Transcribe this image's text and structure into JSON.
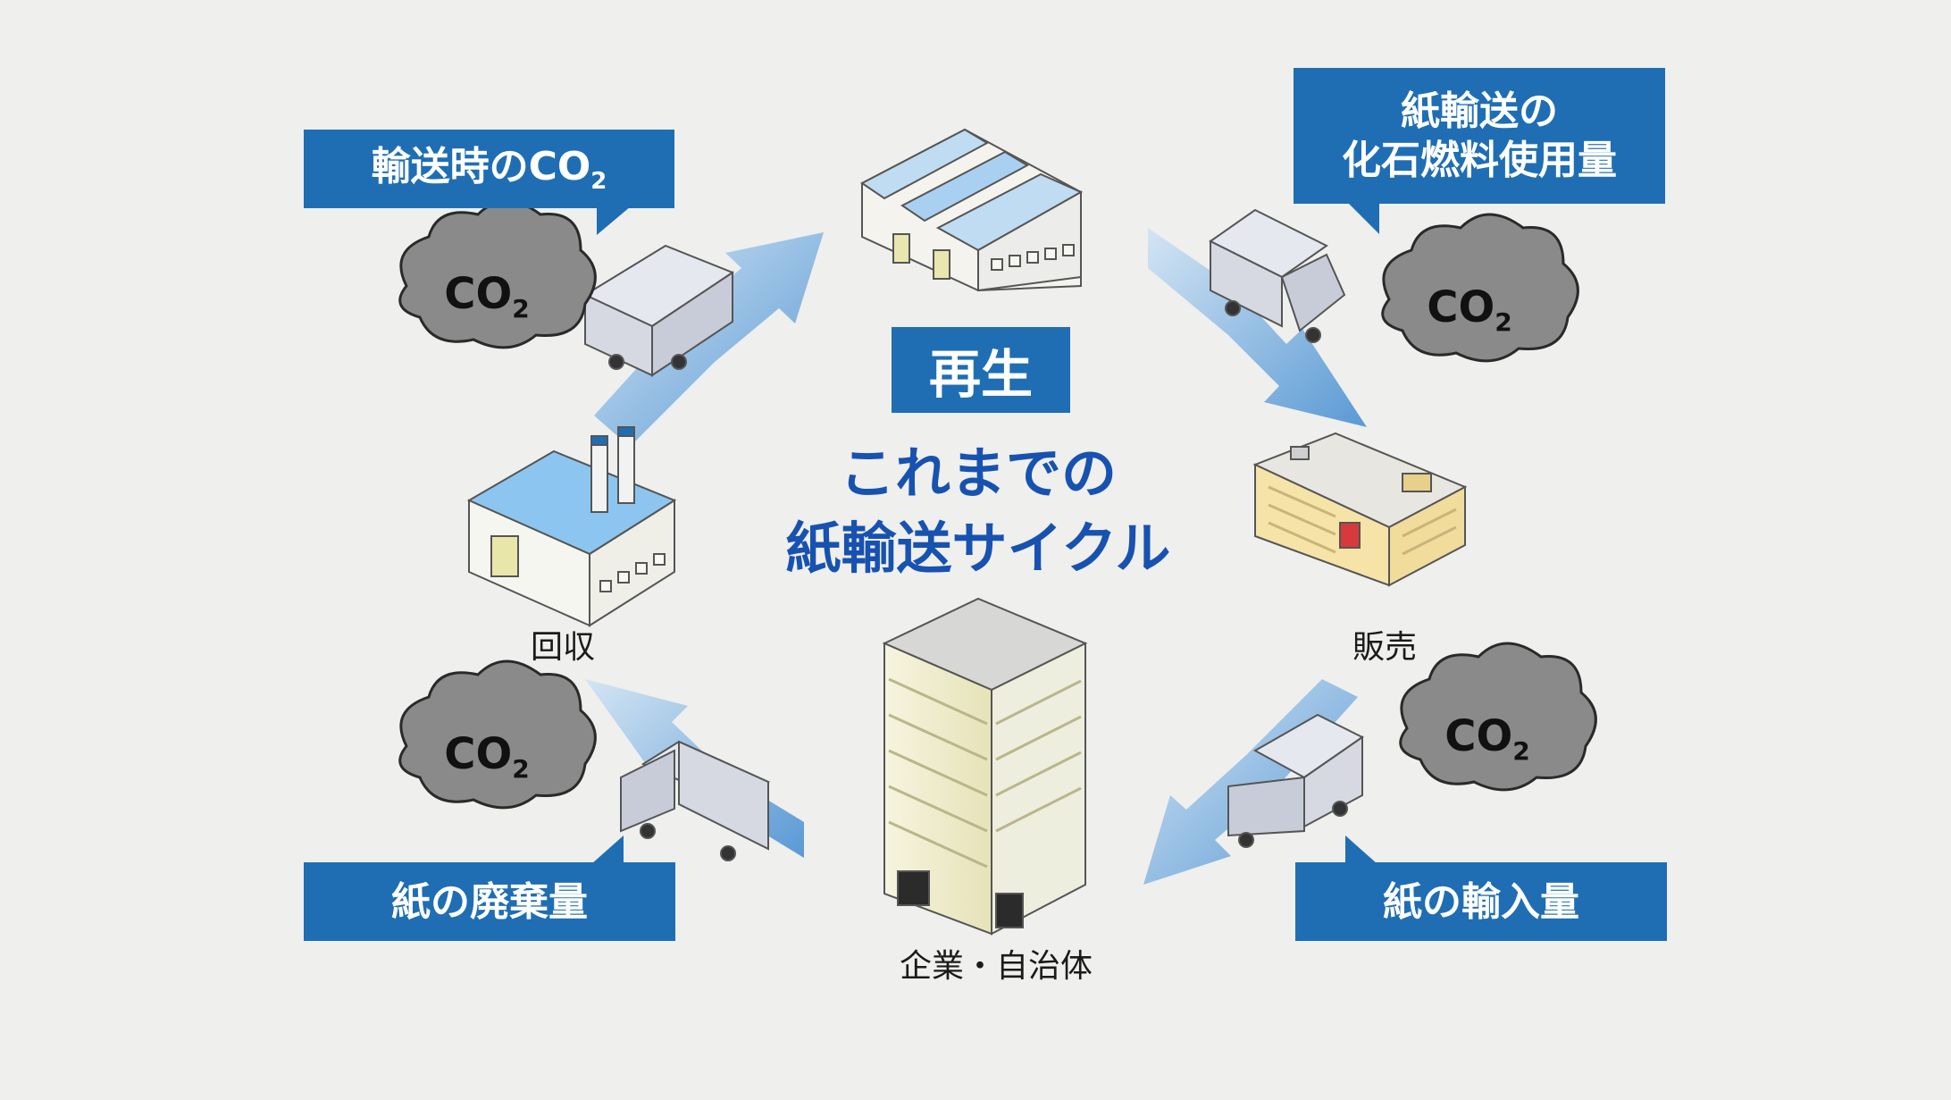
{
  "center": {
    "badge": "再生",
    "title_line1": "これまでの",
    "title_line2": "紙輸送サイクル"
  },
  "callouts": {
    "top_left": "輸送時のCO",
    "top_left_sub": "2",
    "top_right_line1": "紙輸送の",
    "top_right_line2": "化石燃料使用量",
    "bottom_left": "紙の廃棄量",
    "bottom_right": "紙の輸入量"
  },
  "clouds": {
    "label": "CO",
    "label_sub": "2"
  },
  "captions": {
    "recycle": "回収",
    "sales": "販売",
    "enterprise": "企業・自治体"
  },
  "colors": {
    "accent": "#1f6eb4",
    "title": "#1752b0",
    "arrow": "#5b9fd8",
    "background": "#efefed"
  }
}
